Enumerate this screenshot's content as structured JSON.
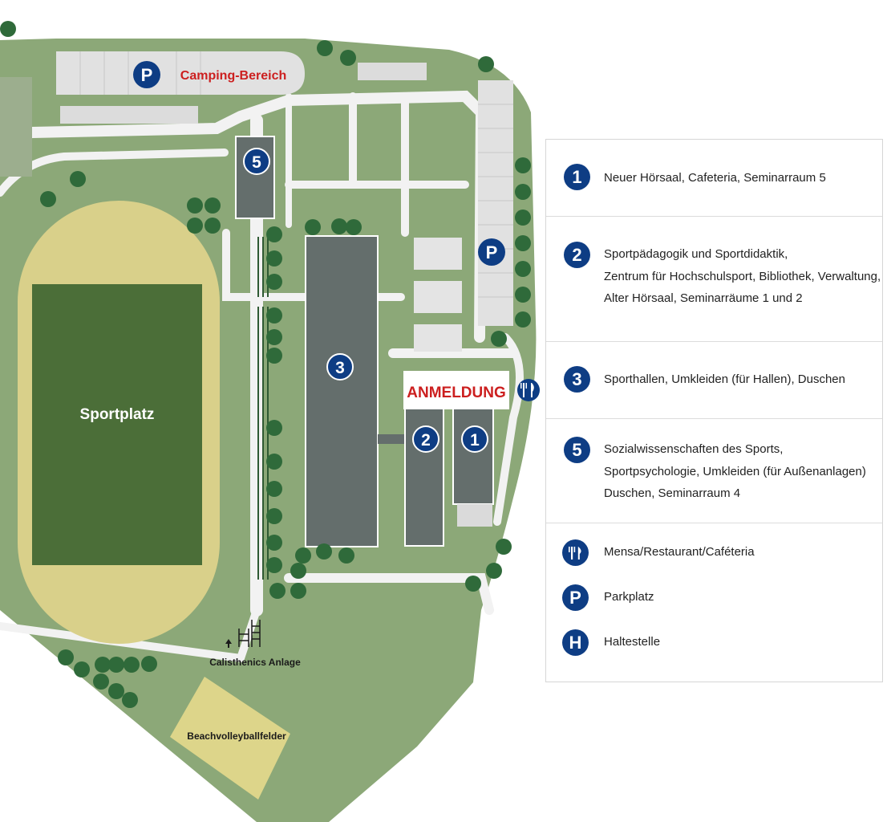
{
  "colors": {
    "grass": "#8ca878",
    "grass_dark": "#6e8e5c",
    "path": "#f2f2f2",
    "building": "#646e6c",
    "track": "#d9d08a",
    "field": "#4b6e38",
    "sand": "#ddd58a",
    "marker_blue": "#0e3d84",
    "registration_red": "#cc1f1f",
    "tree": "#2f6a3a"
  },
  "map": {
    "camping_label": "Camping-Bereich",
    "parking_symbol": "P",
    "sportplatz_label": "Sportplatz",
    "calisthenics_label": "Calisthenics Anlage",
    "beach_label": "Beachvolleyballfelder",
    "anmeldung_label": "ANMELDUNG",
    "markers": {
      "m1": "1",
      "m2": "2",
      "m3": "3",
      "m5": "5"
    }
  },
  "legend": {
    "entries": [
      {
        "number": "1",
        "lines": [
          "Neuer Hörsaal, Cafeteria, Seminarraum 5"
        ]
      },
      {
        "number": "2",
        "lines": [
          "Sportpädagogik und Sportdidaktik,",
          "Zentrum für Hochschulsport, Bibliothek, Verwaltung,",
          "Alter Hörsaal, Seminarräume 1 und 2"
        ]
      },
      {
        "number": "3",
        "lines": [
          "Sporthallen, Umkleiden (für Hallen), Duschen"
        ]
      },
      {
        "number": "5",
        "lines": [
          "Sozialwissenschaften des Sports,",
          "Sportpsychologie, Umkleiden (für Außenanlagen)",
          "Duschen, Seminarraum 4"
        ]
      }
    ],
    "symbols": [
      {
        "icon": "fork-knife-icon",
        "letter": "",
        "text": "Mensa/Restaurant/Caféteria"
      },
      {
        "icon": "parking-icon",
        "letter": "P",
        "text": "Parkplatz"
      },
      {
        "icon": "bus-stop-icon",
        "letter": "H",
        "text": "Haltestelle"
      }
    ]
  }
}
